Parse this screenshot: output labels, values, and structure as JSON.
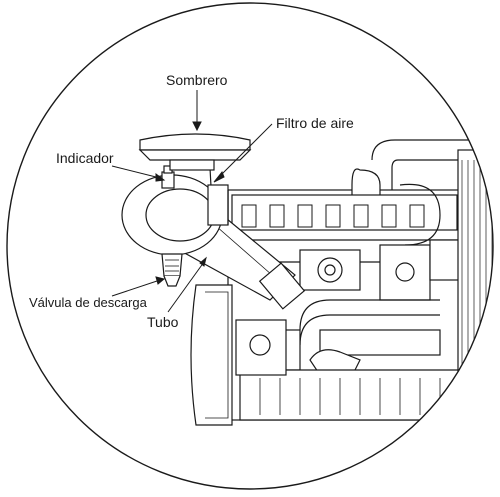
{
  "diagram": {
    "labels": {
      "sombrero": "Sombrero",
      "filtro": "Filtro de aire",
      "indicador": "Indicador",
      "valvula": "Válvula de descarga",
      "tubo": "Tubo"
    },
    "colors": {
      "line": "#1a1a1a",
      "fill": "#ffffff",
      "shade": "#d9d9d9"
    }
  }
}
